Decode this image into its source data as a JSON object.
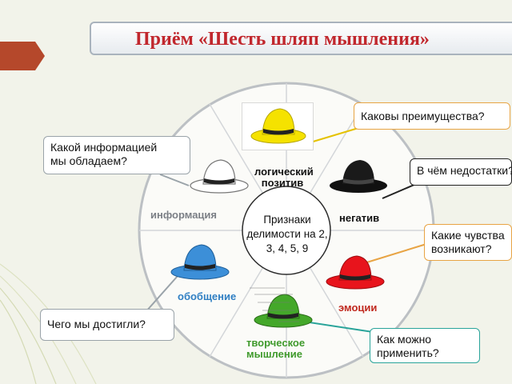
{
  "title": "Приём «Шесть шляп мышления»",
  "center": {
    "line1": "Признаки",
    "line2": "делимости на 2,",
    "line3": "3, 4, 5, 9"
  },
  "hats": {
    "yellow": {
      "label_line1": "логический",
      "label_line2": "позитив",
      "color": "#f5e200"
    },
    "black": {
      "label": "негатив",
      "color": "#111111"
    },
    "red": {
      "label": "эмоции",
      "color": "#e8141c"
    },
    "green": {
      "label_line1": "творческое",
      "label_line2": "мышление",
      "color": "#44a82a"
    },
    "blue": {
      "label": "обобщение",
      "color": "#3c8fd8"
    },
    "white": {
      "label": "информация",
      "color": "#ffffff"
    }
  },
  "bubbles": {
    "yellow_q": "Каковы преимущества?",
    "black_q": "В чём недостатки?",
    "red_q_line1": "Какие чувства",
    "red_q_line2": "возникают?",
    "green_q_line1": "Как можно",
    "green_q_line2": "применить?",
    "blue_q": "Чего мы достигли?",
    "white_q_line1": "Какой информацией",
    "white_q_line2": "мы обладаем?"
  },
  "colors": {
    "title_red": "#c1272d",
    "label_gray": "#7b7f86",
    "label_black": "#111111",
    "label_red": "#c0281e",
    "label_green": "#3f9a2c",
    "label_blue": "#2f7fc3",
    "circle": "#bcc0c4"
  }
}
